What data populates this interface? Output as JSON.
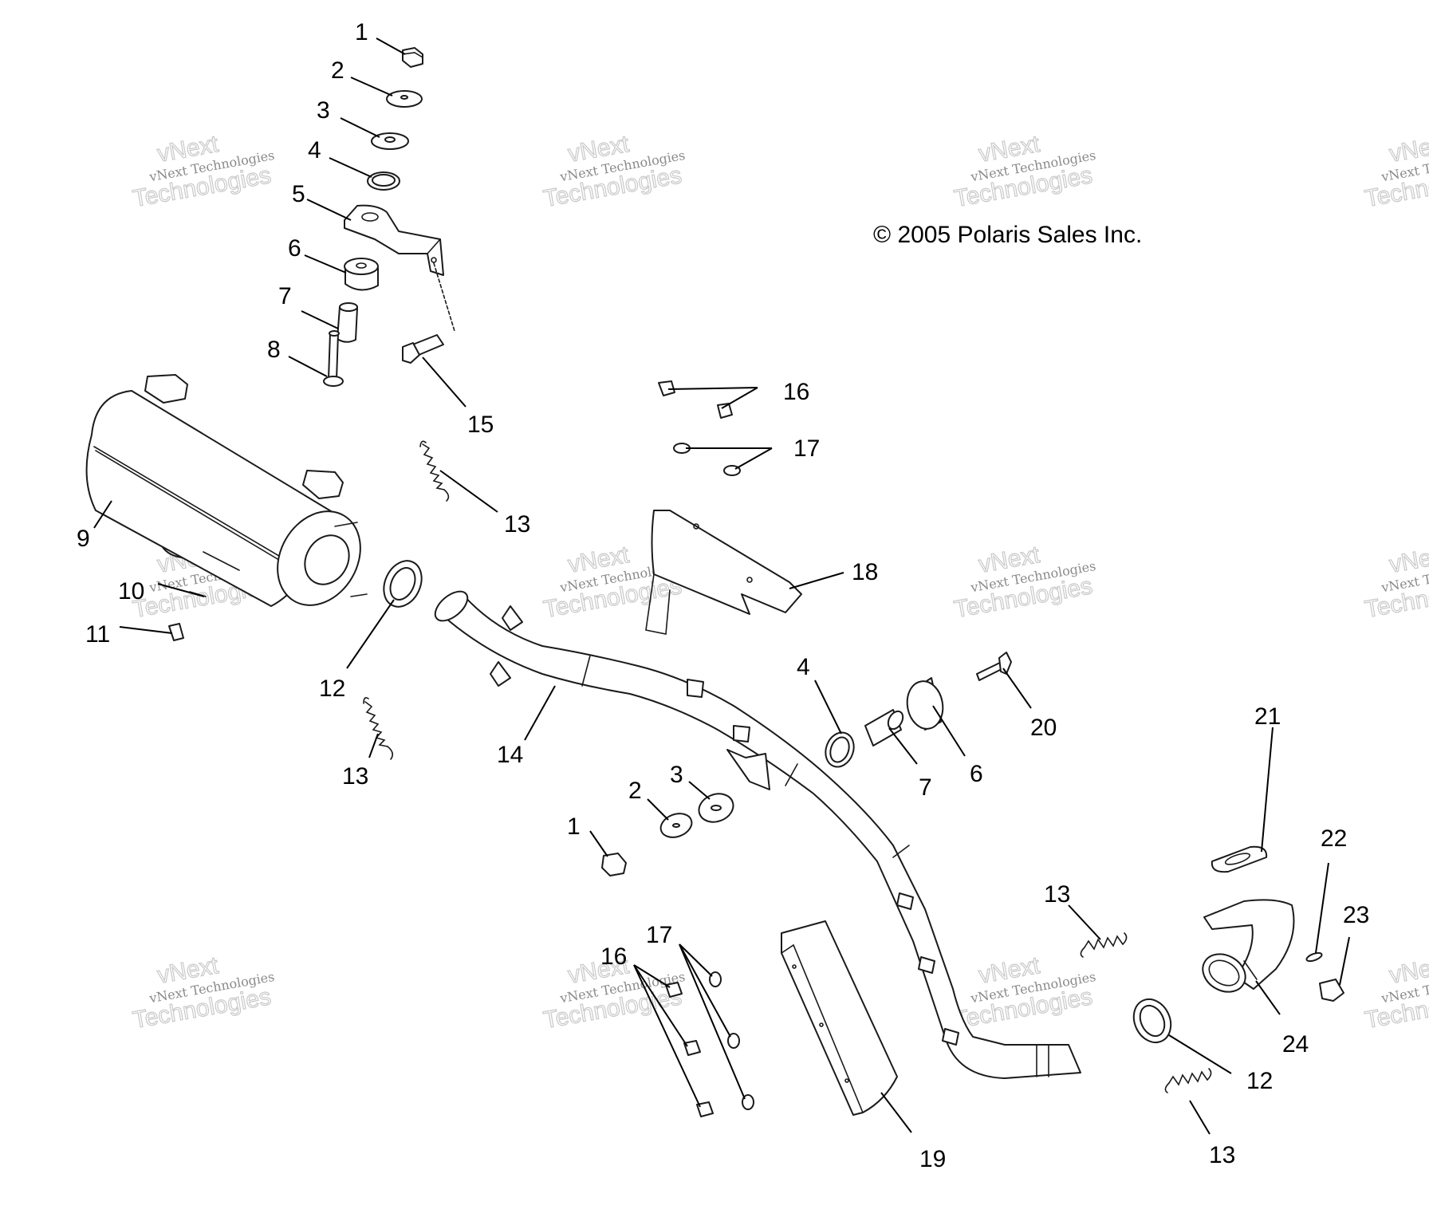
{
  "diagram": {
    "copyright": "© 2005 Polaris Sales Inc.",
    "watermark": {
      "line1": "vNext",
      "line2": "vNext Technologies",
      "line3": "Technologies"
    },
    "callouts": [
      {
        "id": "c1a",
        "label": "1"
      },
      {
        "id": "c2a",
        "label": "2"
      },
      {
        "id": "c3a",
        "label": "3"
      },
      {
        "id": "c4a",
        "label": "4"
      },
      {
        "id": "c5",
        "label": "5"
      },
      {
        "id": "c6a",
        "label": "6"
      },
      {
        "id": "c7a",
        "label": "7"
      },
      {
        "id": "c8",
        "label": "8"
      },
      {
        "id": "c9",
        "label": "9"
      },
      {
        "id": "c10",
        "label": "10"
      },
      {
        "id": "c11",
        "label": "11"
      },
      {
        "id": "c12a",
        "label": "12"
      },
      {
        "id": "c13a",
        "label": "13"
      },
      {
        "id": "c13b",
        "label": "13"
      },
      {
        "id": "c14",
        "label": "14"
      },
      {
        "id": "c15",
        "label": "15"
      },
      {
        "id": "c16a",
        "label": "16"
      },
      {
        "id": "c17a",
        "label": "17"
      },
      {
        "id": "c18",
        "label": "18"
      },
      {
        "id": "c4b",
        "label": "4"
      },
      {
        "id": "c7b",
        "label": "7"
      },
      {
        "id": "c6b",
        "label": "6"
      },
      {
        "id": "c20",
        "label": "20"
      },
      {
        "id": "c21",
        "label": "21"
      },
      {
        "id": "c22",
        "label": "22"
      },
      {
        "id": "c23",
        "label": "23"
      },
      {
        "id": "c24",
        "label": "24"
      },
      {
        "id": "c3b",
        "label": "3"
      },
      {
        "id": "c2b",
        "label": "2"
      },
      {
        "id": "c1b",
        "label": "1"
      },
      {
        "id": "c13c",
        "label": "13"
      },
      {
        "id": "c12b",
        "label": "12"
      },
      {
        "id": "c13d",
        "label": "13"
      },
      {
        "id": "c16b",
        "label": "16"
      },
      {
        "id": "c17b",
        "label": "17"
      },
      {
        "id": "c19",
        "label": "19"
      }
    ]
  }
}
